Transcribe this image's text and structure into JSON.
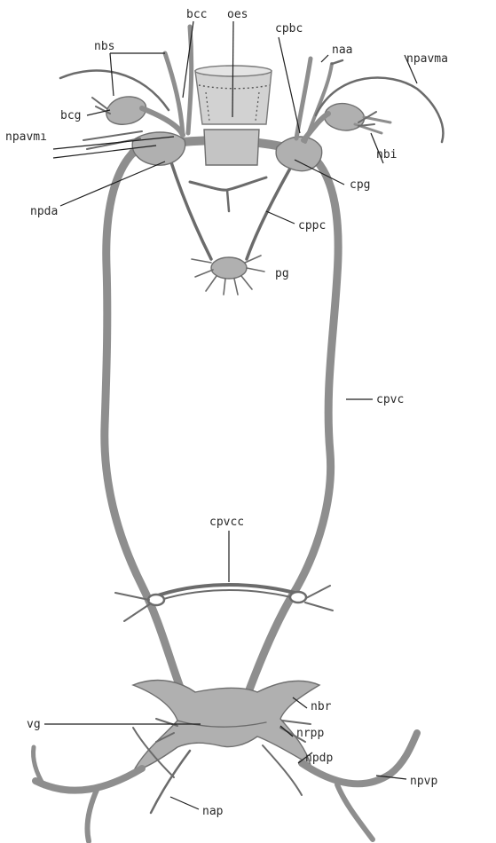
{
  "figure": {
    "labels": {
      "nbs": "nbs",
      "bcc": "bcc",
      "oes": "oes",
      "cpbc": "cpbc",
      "naa": "naa",
      "npavma": "npavma",
      "bcg": "bcg",
      "npavmi": "npavmı",
      "nbi": "nbi",
      "cpg": "cpg",
      "npda": "npda",
      "cppc": "cppc",
      "pg": "pg",
      "cpvc": "cpvc",
      "cpvcc": "cpvcc",
      "vg": "vg",
      "nbr": "nbr",
      "nrpp": "nrpp",
      "npdp": "npdp",
      "npvp": "npvp",
      "nap": "nap"
    }
  }
}
